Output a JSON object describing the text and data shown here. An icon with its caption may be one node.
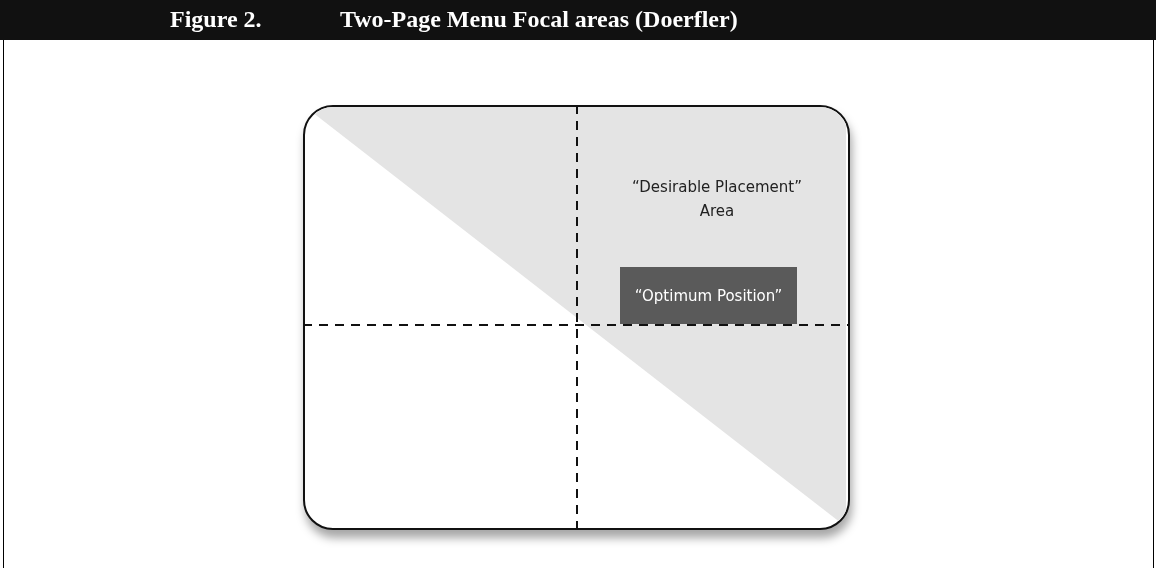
{
  "diagram": {
    "title": "Two-Page Menu Focal areas (Doerfler)",
    "labels": [
      "Figure 2."
    ],
    "nodes": [
      {
        "text": [],
        "shape": "box"
      },
      {
        "text": [
          "“Desirable Placement” Area"
        ],
        "in": 0
      },
      {
        "text": [
          "“Optimum Position”"
        ],
        "in": 1
      }
    ]
  }
}
